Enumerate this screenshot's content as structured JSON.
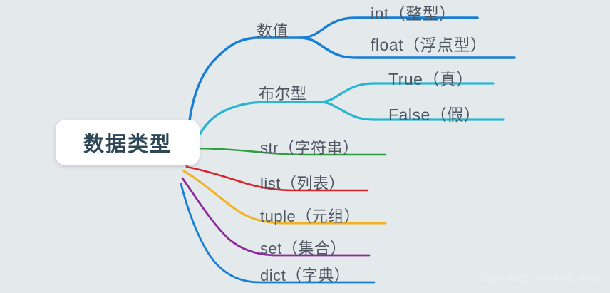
{
  "background_color": "#e4e9ec",
  "text_color": "#4d5661",
  "root": {
    "label": "数据类型",
    "box_color": "#ffffff",
    "text_color": "#2f4858"
  },
  "branches": [
    {
      "id": "numeric",
      "label": "数值",
      "color": "#1a7fd4",
      "children": [
        {
          "id": "int",
          "label": "int（整型）",
          "color": "#1a7fd4"
        },
        {
          "id": "float",
          "label": "float（浮点型）",
          "color": "#1a7fd4"
        }
      ]
    },
    {
      "id": "boolean",
      "label": "布尔型",
      "color": "#28b7d3",
      "children": [
        {
          "id": "true",
          "label": "True（真）",
          "color": "#28b7d3"
        },
        {
          "id": "false",
          "label": "False（假）",
          "color": "#28b7d3"
        }
      ]
    },
    {
      "id": "str",
      "label": "str（字符串）",
      "color": "#2f9e41",
      "children": []
    },
    {
      "id": "list",
      "label": "list（列表）",
      "color": "#d6232c",
      "children": []
    },
    {
      "id": "tuple",
      "label": "tuple（元组）",
      "color": "#f2b221",
      "children": []
    },
    {
      "id": "set",
      "label": "set（集合）",
      "color": "#8e2a9c",
      "children": []
    },
    {
      "id": "dict",
      "label": "dict（字典）",
      "color": "#1a7fd4",
      "children": []
    }
  ],
  "watermark": "https://blog.csdn.net/LeFran"
}
